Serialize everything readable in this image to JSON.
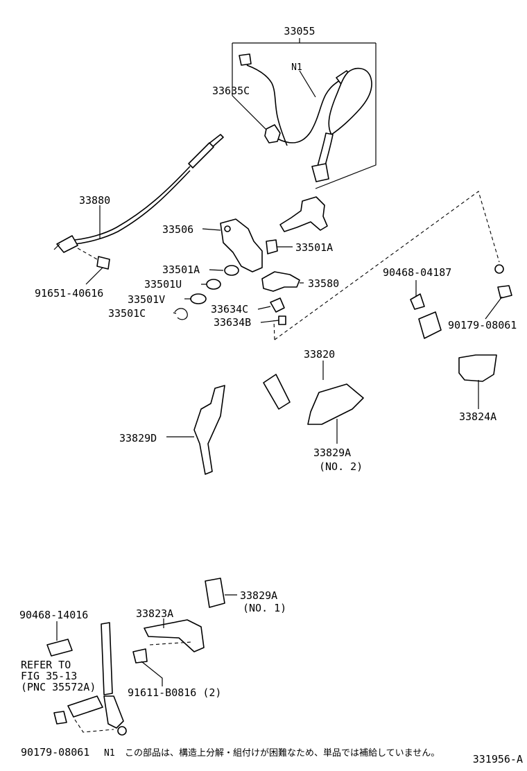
{
  "labels": {
    "p33055": "33055",
    "n1": "N1",
    "p33635c": "33635C",
    "p33880": "33880",
    "p33506": "33506",
    "p33501a_upper": "33501A",
    "p33501a_lower": "33501A",
    "p33580": "33580",
    "p33501u": "33501U",
    "p33501v": "33501V",
    "p33634c": "33634C",
    "p33501c": "33501C",
    "p33634b": "33634B",
    "p91651": "91651-40616",
    "p90468_04187": "90468-04187",
    "p90179_upper": "90179-08061",
    "p33820": "33820",
    "p33824a": "33824A",
    "p33829d": "33829D",
    "p33829a_no2": "33829A",
    "p33829a_no2_sub": "(NO. 2)",
    "p33829a_no1": "33829A",
    "p33829a_no1_sub": "(NO. 1)",
    "p90468_14016": "90468-14016",
    "p33823a": "33823A",
    "refer_1": "REFER TO",
    "refer_2": "FIG 35-13",
    "refer_3": "(PNC 35572A)",
    "p91611": "91611-B0816 (2)",
    "p90179_lower": "90179-08061"
  },
  "footnote": {
    "marker": "N1",
    "text": "この部品は、構造上分解・組付けが困難なため、単品では補給していません。"
  },
  "figure_id": "331956-A"
}
